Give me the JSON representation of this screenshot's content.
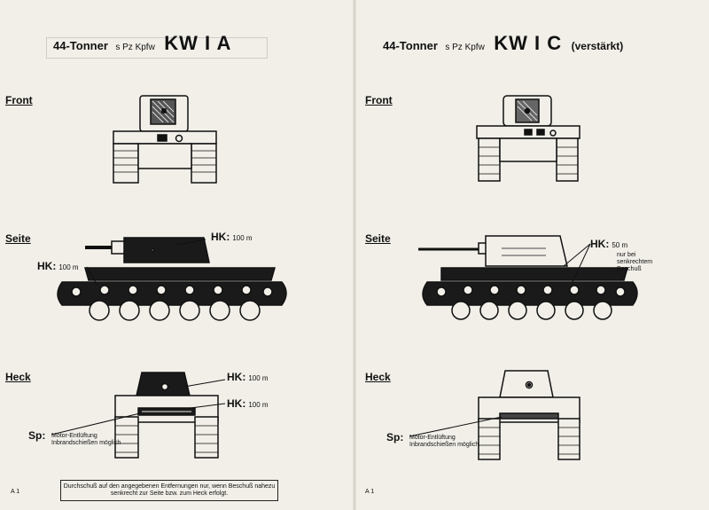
{
  "left": {
    "title": {
      "tonner": "44-Tonner",
      "type": "s Pz Kpfw",
      "model": "KW I A"
    },
    "labels": {
      "front": "Front",
      "seite": "Seite",
      "heck": "Heck"
    },
    "hk_turret_side": {
      "label": "HK:",
      "dist": "100 m"
    },
    "hk_hull_side": {
      "label": "HK:",
      "dist": "100 m"
    },
    "hk_rear_turret": {
      "label": "HK:",
      "dist": "100 m"
    },
    "hk_rear_hull": {
      "label": "HK:",
      "dist": "100 m"
    },
    "sp": {
      "label": "Sp:",
      "text": "Motor-Entlüftung Inbrandschießen möglich"
    },
    "page_number": "A 1",
    "note": "Durchschuß auf den angegebenen Entfernungen nur, wenn Beschuß nahezu senkrecht zur Seite bzw. zum Heck erfolgt."
  },
  "right": {
    "title": {
      "tonner": "44-Tonner",
      "type": "s Pz Kpfw",
      "model": "KW I C",
      "suffix": "(verstärkt)"
    },
    "labels": {
      "front": "Front",
      "seite": "Seite",
      "heck": "Heck"
    },
    "hk_side": {
      "label": "HK:",
      "dist": "50 m",
      "note": "nur bei senkrechtem Beschuß"
    },
    "sp": {
      "label": "Sp:",
      "text": "Motor-Entlüftung Inbrandschießen möglich"
    },
    "page_number": "A 1"
  }
}
